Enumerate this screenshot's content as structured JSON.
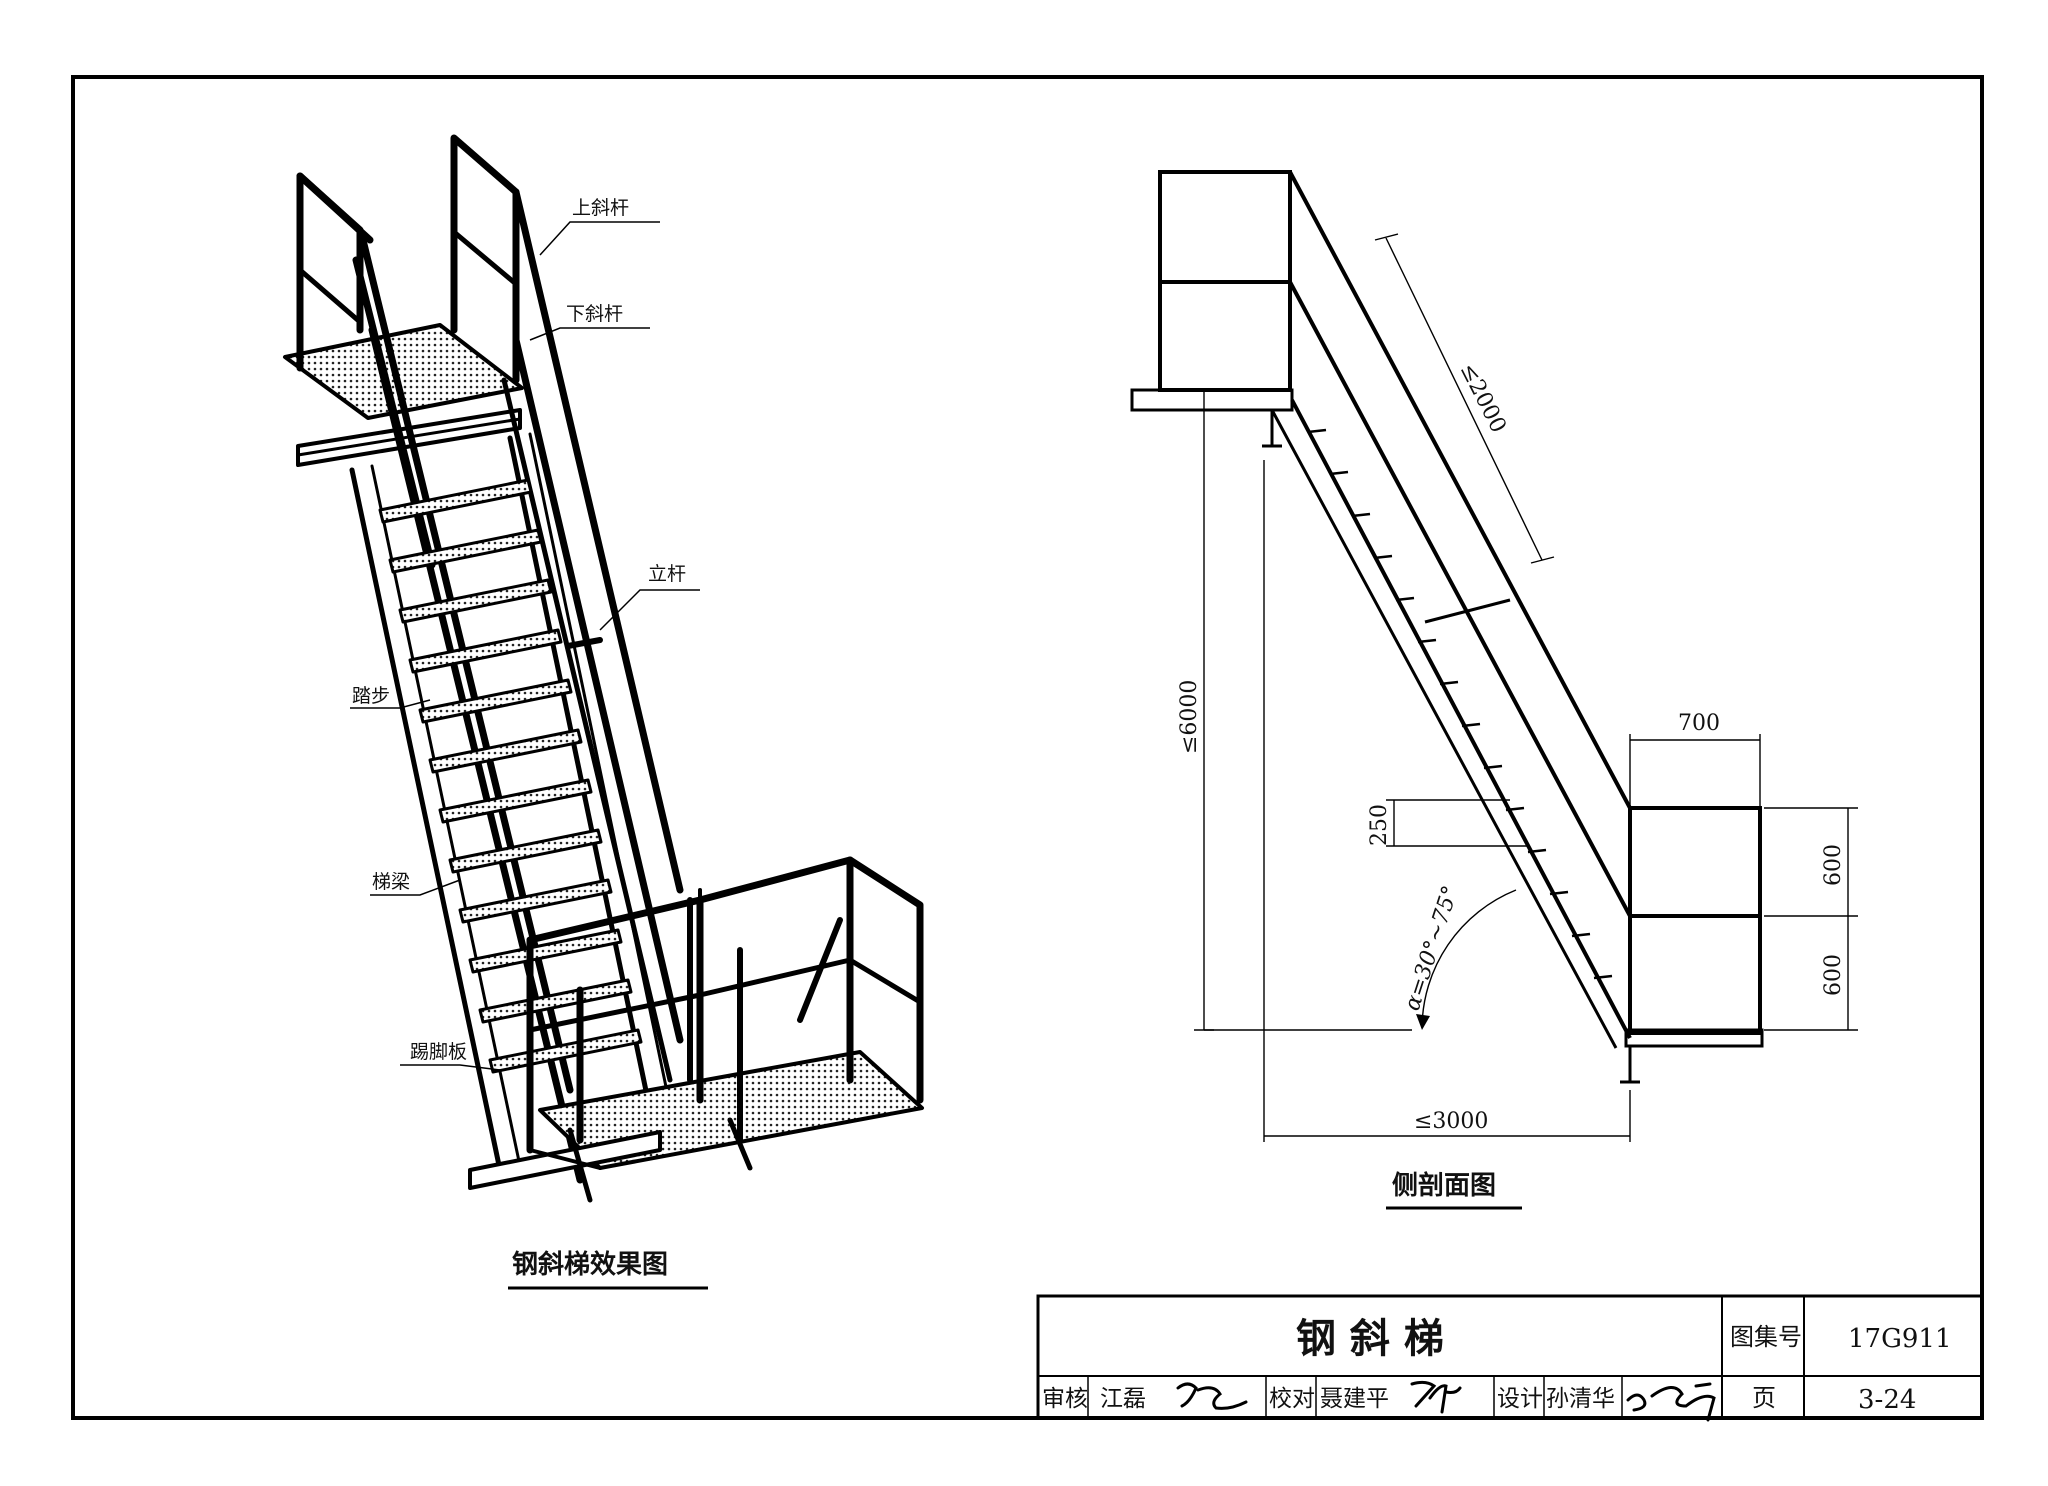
{
  "iso_view": {
    "caption": "钢斜梯效果图",
    "labels": {
      "upper_rail": "上斜杆",
      "lower_rail": "下斜杆",
      "post": "立杆",
      "tread": "踏步",
      "stringer": "梯梁",
      "toe_board": "踢脚板"
    }
  },
  "side_view": {
    "caption": "侧剖面图",
    "dims": {
      "rail_length": "≤2000",
      "height": "≤6000",
      "span": "≤3000",
      "platform_width": "700",
      "step_rise": "250",
      "rail_upper": "600",
      "rail_lower": "600",
      "angle": "α=30°~75°"
    }
  },
  "title_block": {
    "title": "钢 斜 梯",
    "atlas_label": "图集号",
    "atlas_no": "17G911",
    "page_label": "页",
    "page_no": "3-24",
    "review_label": "审核",
    "review_name": "江磊",
    "check_label": "校对",
    "check_name": "聂建平",
    "design_label": "设计",
    "design_name": "孙清华"
  }
}
